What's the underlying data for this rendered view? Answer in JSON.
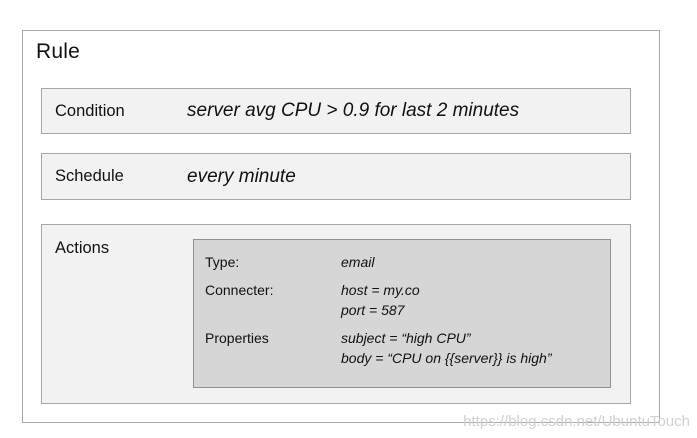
{
  "diagram": {
    "title": "Rule",
    "rows": [
      {
        "label": "Condition",
        "value": "server avg CPU > 0.9 for last 2 minutes"
      },
      {
        "label": "Schedule",
        "value": "every minute"
      },
      {
        "label": "Actions"
      }
    ],
    "action_detail": {
      "fields": [
        {
          "label": "Type:",
          "values": [
            "email"
          ]
        },
        {
          "label": "Connecter:",
          "values": [
            "host = my.co",
            "port = 587"
          ]
        },
        {
          "label": "Properties",
          "values": [
            "subject = “high CPU”",
            "body = “CPU on {{server}} is high”"
          ]
        }
      ]
    }
  },
  "watermark": "https://blog.csdn.net/UbuntuTouch",
  "colors": {
    "outer_border": "#a9a9a9",
    "row_fill": "#f2f2f2",
    "row_border": "#a6a6a6",
    "detail_fill": "#d6d6d6",
    "detail_border": "#8f8f8f",
    "watermark_color": "#d2cfcf"
  }
}
